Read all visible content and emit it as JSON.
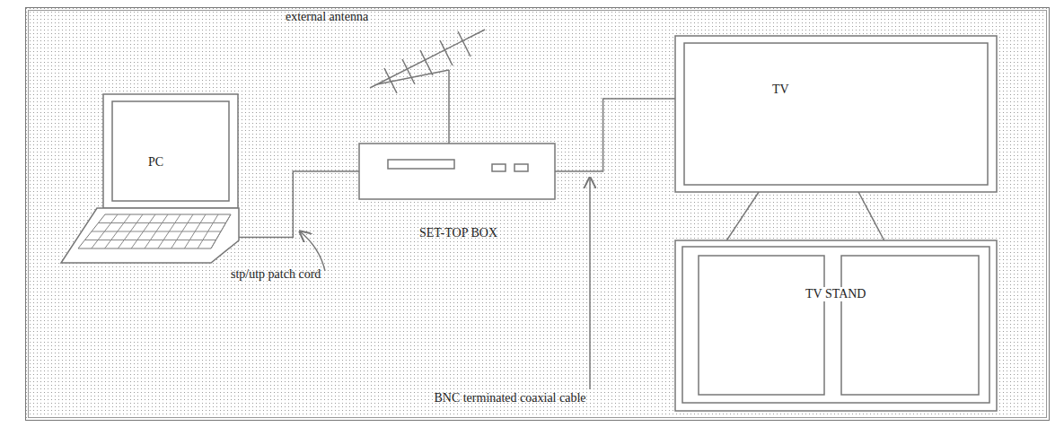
{
  "diagram": {
    "nodes": [
      {
        "text": [
          "PC"
        ]
      },
      {
        "text": [
          "SET-TOP BOX"
        ]
      },
      {
        "text": [
          "TV"
        ]
      },
      {
        "text": [
          "TV STAND"
        ]
      }
    ],
    "edges": [
      {
        "from": 0,
        "to": 1,
        "arrow": "none"
      },
      {
        "from": 1,
        "to": 2,
        "arrow": "none"
      },
      {
        "from": 2,
        "to": 3,
        "arrow": "none"
      },
      {
        "from": 2,
        "to": 3,
        "arrow": "none"
      }
    ],
    "labels": [
      "external antenna",
      "stp/utp patch cord",
      "BNC terminated coaxial cable"
    ]
  }
}
